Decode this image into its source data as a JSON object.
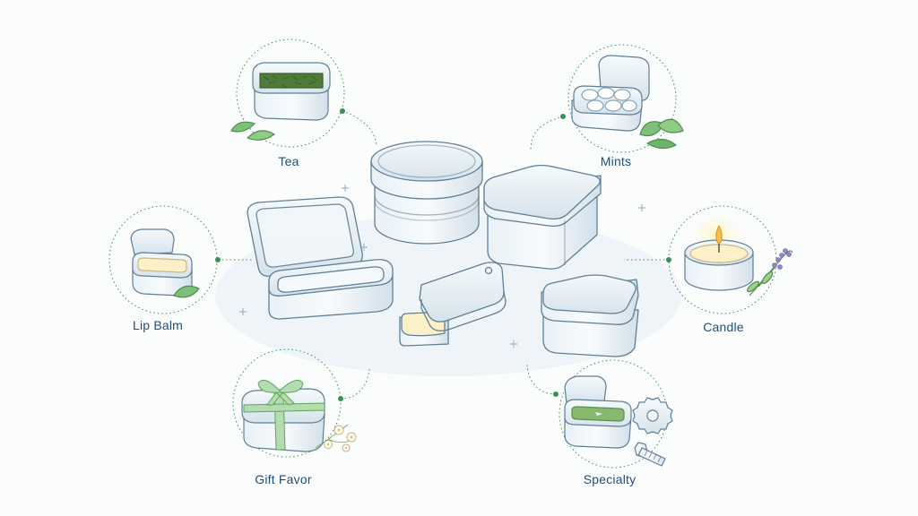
{
  "applications": [
    {
      "key": "tea",
      "label": "Tea"
    },
    {
      "key": "mints",
      "label": "Mints"
    },
    {
      "key": "lip-balm",
      "label": "Lip Balm"
    },
    {
      "key": "candle",
      "label": "Candle"
    },
    {
      "key": "gift-favor",
      "label": "Gift Favor"
    },
    {
      "key": "specialty",
      "label": "Specialty"
    }
  ],
  "colors": {
    "outline": "#5f7f97",
    "metal": "#e8f0f5",
    "metal_dark": "#c9d8e2",
    "connector": "#3a8f5a",
    "label": "#1f4e79",
    "leaf": "#7cc07a",
    "sparkle": "#9bb8cc"
  }
}
